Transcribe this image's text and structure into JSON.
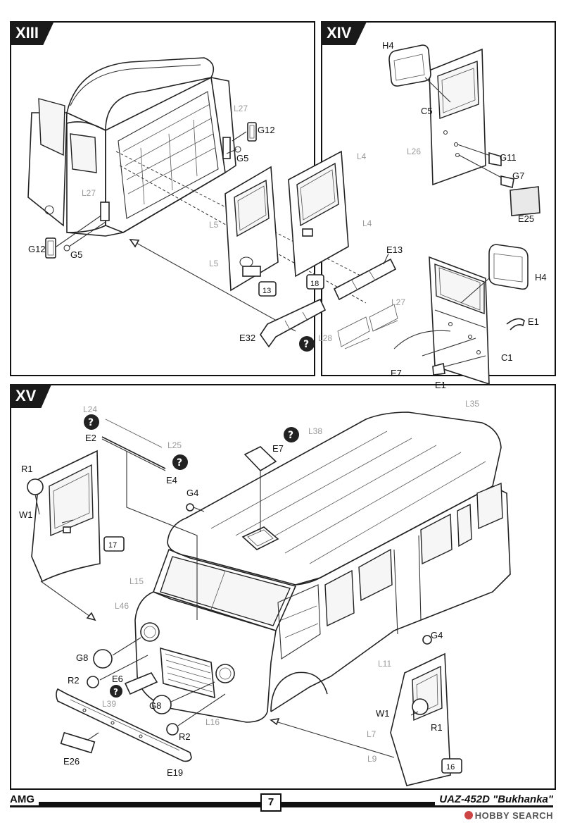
{
  "steps": {
    "s13": "XIII",
    "s14": "XIV",
    "s15": "XV"
  },
  "parts": {
    "G12": "G12",
    "G5": "G5",
    "E13": "E13",
    "E32": "E32",
    "H4": "H4",
    "C5": "C5",
    "G11": "G11",
    "G7": "G7",
    "E25": "E25",
    "E1": "E1",
    "E7": "E7",
    "C1": "C1",
    "E2": "E2",
    "E4": "E4",
    "G4": "G4",
    "R1": "R1",
    "W1": "W1",
    "G8": "G8",
    "R2": "R2",
    "E6": "E6",
    "E26": "E26",
    "E19": "E19"
  },
  "paint": {
    "L27": "L27",
    "L4": "L4",
    "L5": "L5",
    "L28": "L28",
    "L26": "L26",
    "L24": "L24",
    "L25": "L25",
    "L38": "L38",
    "L35": "L35",
    "L15": "L15",
    "L46": "L46",
    "L39": "L39",
    "L16": "L16",
    "L11": "L11",
    "L7": "L7",
    "L9": "L9"
  },
  "decals": {
    "d13": "13",
    "d18": "18",
    "d17": "17",
    "d16": "16"
  },
  "footer": {
    "brand": "AMG",
    "page": "7",
    "model": "UAZ-452D \"Bukhanka\""
  },
  "watermark": "HOBBY SEARCH"
}
